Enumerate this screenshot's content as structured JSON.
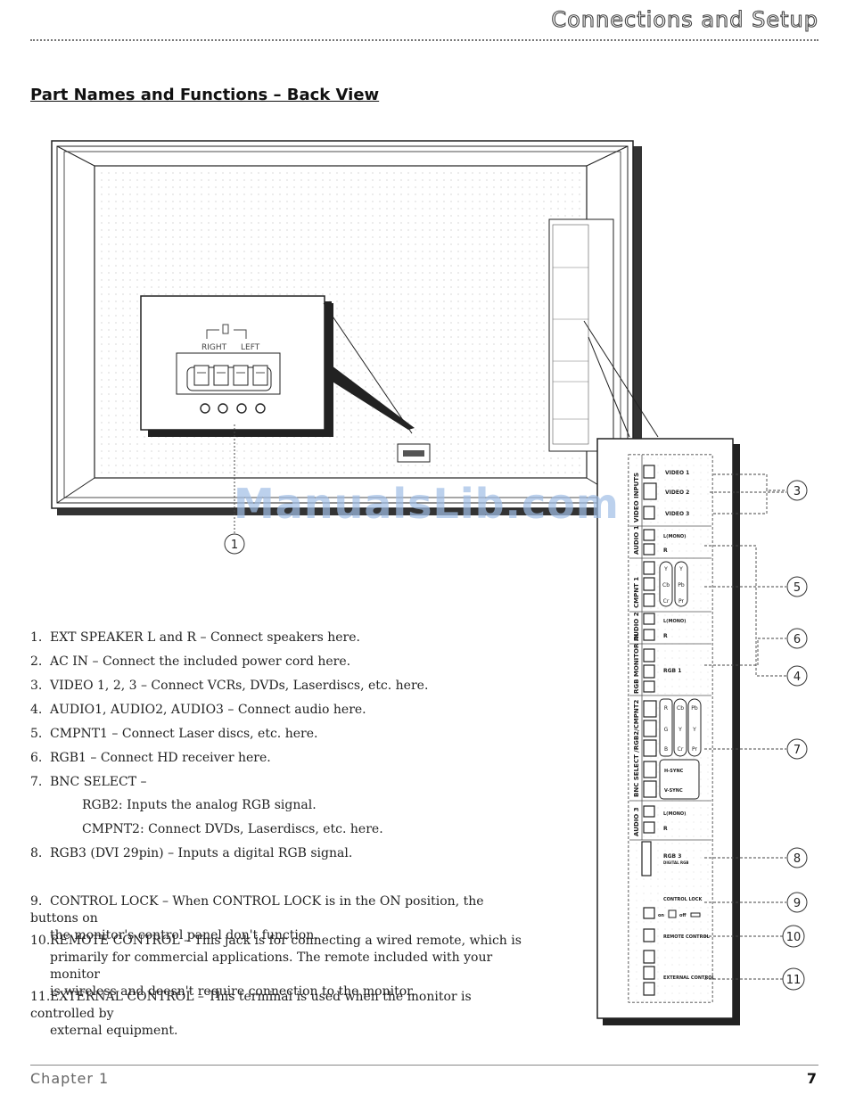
{
  "header": {
    "title": "Connections and Setup"
  },
  "section_title": "Part Names and Functions – Back View",
  "figure": {
    "speaker_labels": {
      "right": "RIGHT",
      "left": "LEFT"
    },
    "callouts": [
      "1",
      "3",
      "5",
      "6",
      "4",
      "7",
      "8",
      "9",
      "10",
      "11"
    ],
    "panel": {
      "groups": [
        "VIDEO INPUTS",
        "AUDIO 1",
        "CMPNT 1",
        "AUDIO 2",
        "RGB MONITOR IN",
        "BNC SELECT /RGB2/CMPNT2",
        "AUDIO 3"
      ],
      "labels": {
        "video1": "VIDEO 1",
        "video2": "VIDEO 2",
        "video3": "VIDEO 3",
        "lmono1": "L(MONO)",
        "r1": "R",
        "lmono2": "L(MONO)",
        "r2": "R",
        "rgb1": "RGB 1",
        "hsync": "H-SYNC",
        "vsync": "V-SYNC",
        "lmono3": "L(MONO)",
        "r3": "R",
        "rgb3": "RGB 3",
        "rgb3_sub": "DIGITAL RGB",
        "control_lock": "CONTROL LOCK",
        "on": "on",
        "off": "off",
        "remote_control": "REMOTE CONTROL",
        "external_control": "EXTERNAL CONTROL"
      },
      "cmpnt1_jacks": [
        "Y",
        "Y",
        "Cb",
        "Pb",
        "Cr",
        "Pr"
      ],
      "bnc_jacks": [
        "R",
        "Cb",
        "Pb",
        "G",
        "Y",
        "Y",
        "B",
        "Cr",
        "Pr"
      ]
    }
  },
  "watermark": "ManualsLib.com",
  "functions": [
    {
      "num": "1.",
      "text": "EXT SPEAKER L and R – Connect speakers here."
    },
    {
      "num": "2.",
      "text": "AC IN – Connect the included power cord here."
    },
    {
      "num": "3.",
      "text": "VIDEO 1, 2, 3 – Connect VCRs, DVDs, Laserdiscs, etc. here."
    },
    {
      "num": "4.",
      "text": "AUDIO1, AUDIO2, AUDIO3 – Connect audio here."
    },
    {
      "num": "5.",
      "text": "CMPNT1 – Connect Laser discs, etc. here."
    },
    {
      "num": "6.",
      "text": "RGB1 – Connect HD receiver here."
    },
    {
      "num": "7.",
      "text": "BNC SELECT –"
    },
    {
      "num": "",
      "text": "RGB2: Inputs the analog RGB signal."
    },
    {
      "num": "",
      "text": "CMPNT2: Connect DVDs, Laserdiscs, etc. here."
    },
    {
      "num": "8.",
      "text": "RGB3 (DVI 29pin) – Inputs a digital RGB signal."
    },
    {
      "num": "9.",
      "text": "CONTROL LOCK – When CONTROL LOCK is in the ON position, the buttons on",
      "cont": "the monitor's control panel don't function."
    },
    {
      "num": "10.",
      "text": "REMOTE CONTROL – This jack is for connecting a wired remote, which is",
      "cont": "primarily for commercial applications. The remote included with your monitor",
      "cont2": "is wireless and doesn't require connection to the monitor."
    },
    {
      "num": "11.",
      "text": "EXTERNAL CONTROL – This terminal is used when the monitor is controlled by",
      "cont": "external equipment."
    }
  ],
  "footer": {
    "chapter": "Chapter 1",
    "page": "7"
  }
}
